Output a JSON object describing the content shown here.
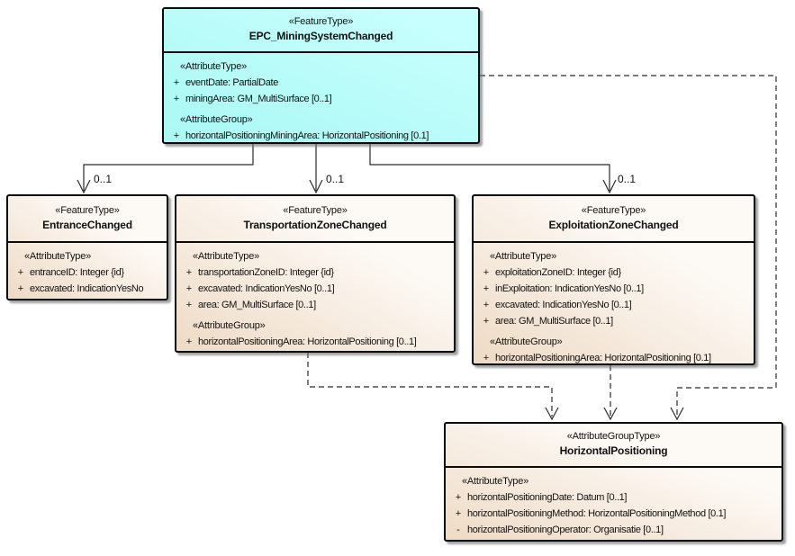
{
  "boxes": {
    "epc": {
      "stereotype": "«FeatureType»",
      "name": "EPC_MiningSystemChanged",
      "sections": [
        {
          "header": "«AttributeType»",
          "attrs": [
            {
              "vis": "+",
              "text": "eventDate: PartialDate"
            },
            {
              "vis": "+",
              "text": "miningArea: GM_MultiSurface [0..1]"
            }
          ]
        },
        {
          "header": "«AttributeGroup»",
          "attrs": [
            {
              "vis": "+",
              "text": "horizontalPositioningMiningArea: HorizontalPositioning [0.1]"
            }
          ]
        }
      ]
    },
    "entrance": {
      "stereotype": "«FeatureType»",
      "name": "EntranceChanged",
      "sections": [
        {
          "header": "«AttributeType»",
          "attrs": [
            {
              "vis": "+",
              "text": "entranceID: Integer {id}"
            },
            {
              "vis": "+",
              "text": "excavated: IndicationYesNo"
            }
          ]
        }
      ]
    },
    "transportation": {
      "stereotype": "«FeatureType»",
      "name": "TransportationZoneChanged",
      "sections": [
        {
          "header": "«AttributeType»",
          "attrs": [
            {
              "vis": "+",
              "text": "transportationZoneID: Integer {id}"
            },
            {
              "vis": "+",
              "text": "excavated: IndicationYesNo [0..1]"
            },
            {
              "vis": "+",
              "text": "area: GM_MultiSurface [0..1]"
            }
          ]
        },
        {
          "header": "«AttributeGroup»",
          "attrs": [
            {
              "vis": "+",
              "text": "horizontalPositioningArea: HorizontalPositioning [0..1]"
            }
          ]
        }
      ]
    },
    "exploitation": {
      "stereotype": "«FeatureType»",
      "name": "ExploitationZoneChanged",
      "sections": [
        {
          "header": "«AttributeType»",
          "attrs": [
            {
              "vis": "+",
              "text": "exploitationZoneID: Integer {id}"
            },
            {
              "vis": "+",
              "text": "inExploitation: IndicationYesNo [0..1]"
            },
            {
              "vis": "+",
              "text": "excavated: IndicationYesNo [0..1]"
            },
            {
              "vis": "+",
              "text": "area: GM_MultiSurface [0..1]"
            }
          ]
        },
        {
          "header": "«AttributeGroup»",
          "attrs": [
            {
              "vis": "+",
              "text": "horizontalPositioningArea: HorizontalPositioning [0.1]"
            }
          ]
        }
      ]
    },
    "horizontal": {
      "stereotype": "«AttributeGroupType»",
      "name": "HorizontalPositioning",
      "sections": [
        {
          "header": "«AttributeType»",
          "attrs": [
            {
              "vis": "+",
              "text": "horizontalPositioningDate: Datum [0..1]"
            },
            {
              "vis": "+",
              "text": "horizontalPositioningMethod: HorizontalPositioningMethod [0.1]"
            },
            {
              "vis": "-",
              "text": "horizontalPositioningOperator: Organisatie [0..1]"
            }
          ]
        }
      ]
    }
  },
  "connectors": {
    "multiplicity": [
      "0..1",
      "0..1",
      "0..1"
    ]
  },
  "colors": {
    "highlight_box_fill": "#a9f8f4",
    "highlight_box_fill_light": "#c6fffd",
    "default_box_fill": "#eedac4",
    "default_box_fill_light": "#fdfaf6",
    "line": "#2a2a2a"
  }
}
